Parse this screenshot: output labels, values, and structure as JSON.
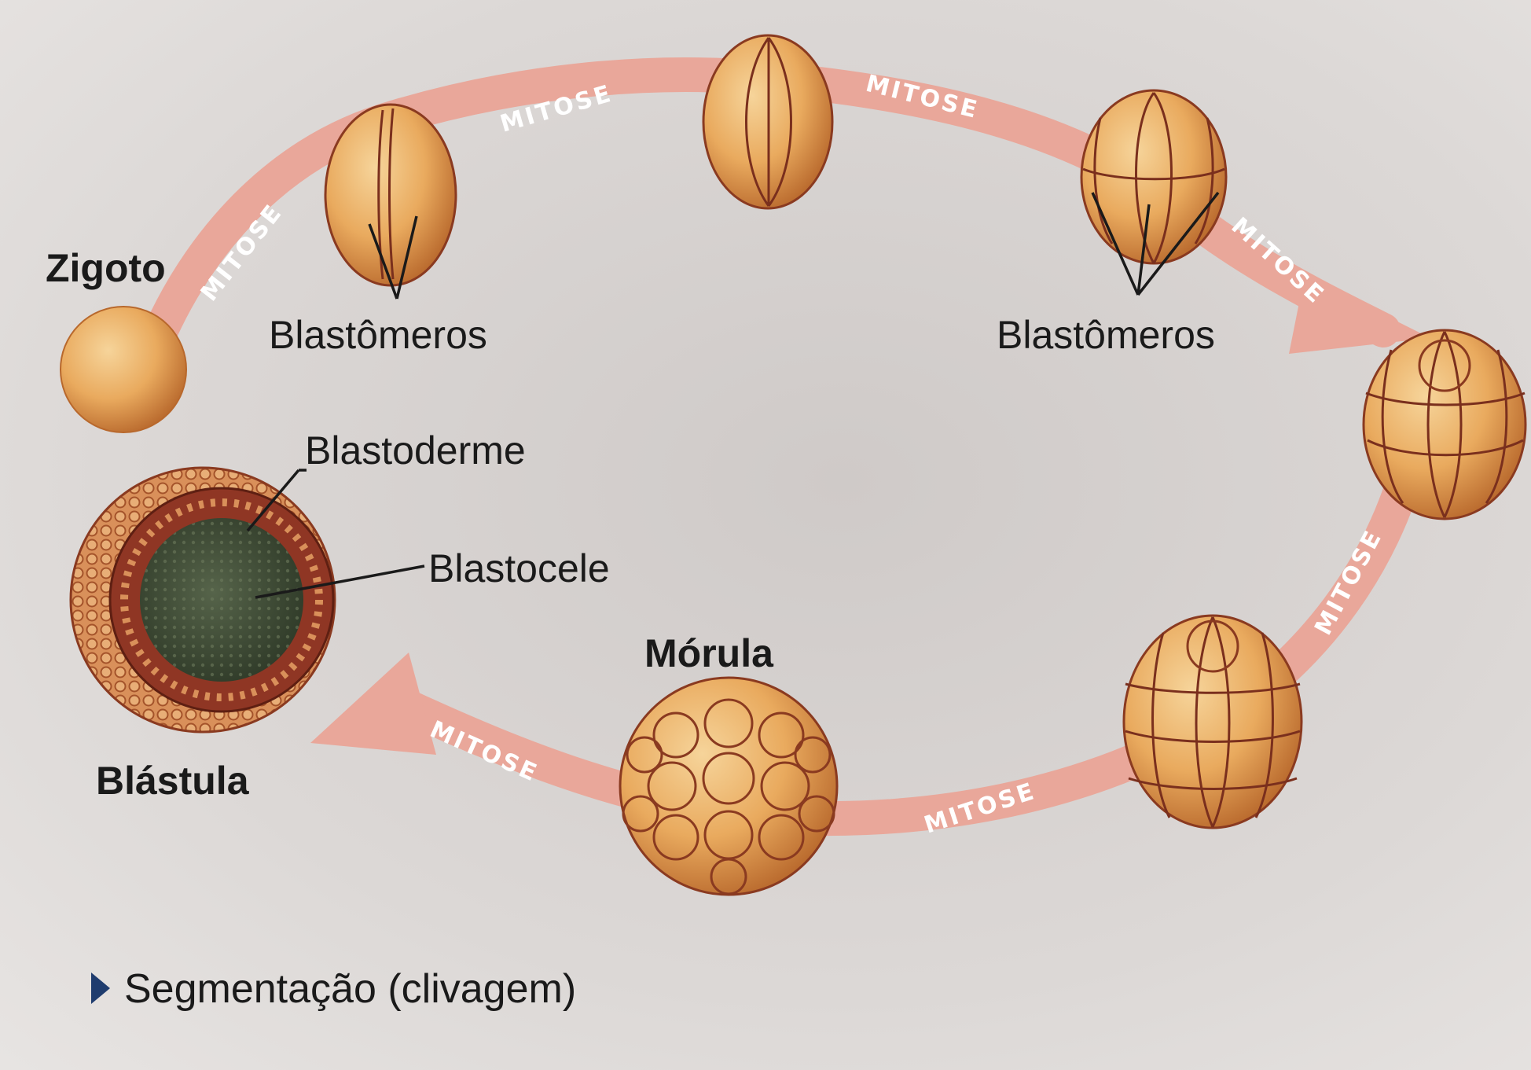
{
  "stages": {
    "zygote": "Zigoto",
    "blastomeres_left": "Blastômeros",
    "blastomeres_right": "Blastômeros",
    "morula": "Mórula",
    "blastula": "Blástula"
  },
  "blastula_parts": {
    "blastoderm": "Blastoderme",
    "blastocoel": "Blastocele"
  },
  "arrow_label": "MITOSE",
  "caption": "Segmentação (clivagem)",
  "colors": {
    "arrow": "#e9a79a",
    "cell": "#e7a85c",
    "cell_outline": "#7a2f1d",
    "blastocoel": "#3e4a34",
    "caption_bullet": "#1f3c6e"
  }
}
